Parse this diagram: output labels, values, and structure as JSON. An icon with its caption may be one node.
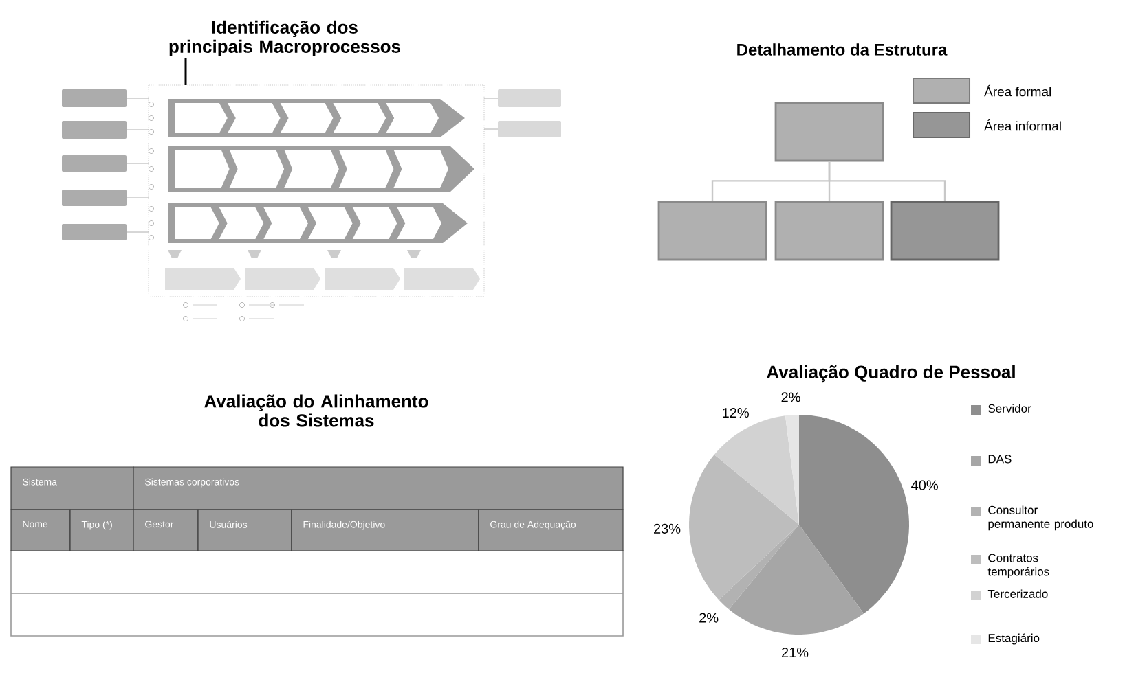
{
  "diagram": {
    "nodes": [
      {
        "text": [],
        "shape": "box"
      },
      {
        "text": [],
        "shape": "box"
      },
      {
        "text": [],
        "shape": "box"
      },
      {
        "text": [],
        "shape": "box"
      }
    ],
    "edges": [
      {
        "from": 0,
        "to": 1,
        "arrow": "none"
      },
      {
        "from": 0,
        "to": 2,
        "arrow": "none"
      },
      {
        "from": 0,
        "to": 3,
        "arrow": "none"
      }
    ],
    "labels": [
      "Identificação dos principais Macroprocessos",
      "Detalhamento da Estrutura",
      "Avaliação do Alinhamento dos Sistemas",
      "Sistema",
      "Sistemas corporativos",
      "Nome",
      "Tipo (*)",
      "Gestor",
      "Usuários",
      "Finalidade/Objetivo",
      "Grau de Adequação"
    ],
    "legend": [
      {
        "text": "Área formal",
        "color": "#b0b0b0"
      },
      {
        "text": "Área informal",
        "color": "#969696"
      }
    ],
    "chart_data": {
      "type": "pie",
      "title": "Avaliação Quadro de Pessoal",
      "categories": [
        "Servidor",
        "DAS",
        "Consultor permanente produto",
        "Contratos temporários",
        "Tercerizado",
        "Estagiário"
      ],
      "values": [
        40,
        21,
        2,
        23,
        12,
        2
      ],
      "data_labels": true,
      "value_labels": [
        "40%",
        "21%",
        "2%",
        "23%",
        "12%",
        "2%"
      ],
      "legend": "right"
    }
  }
}
